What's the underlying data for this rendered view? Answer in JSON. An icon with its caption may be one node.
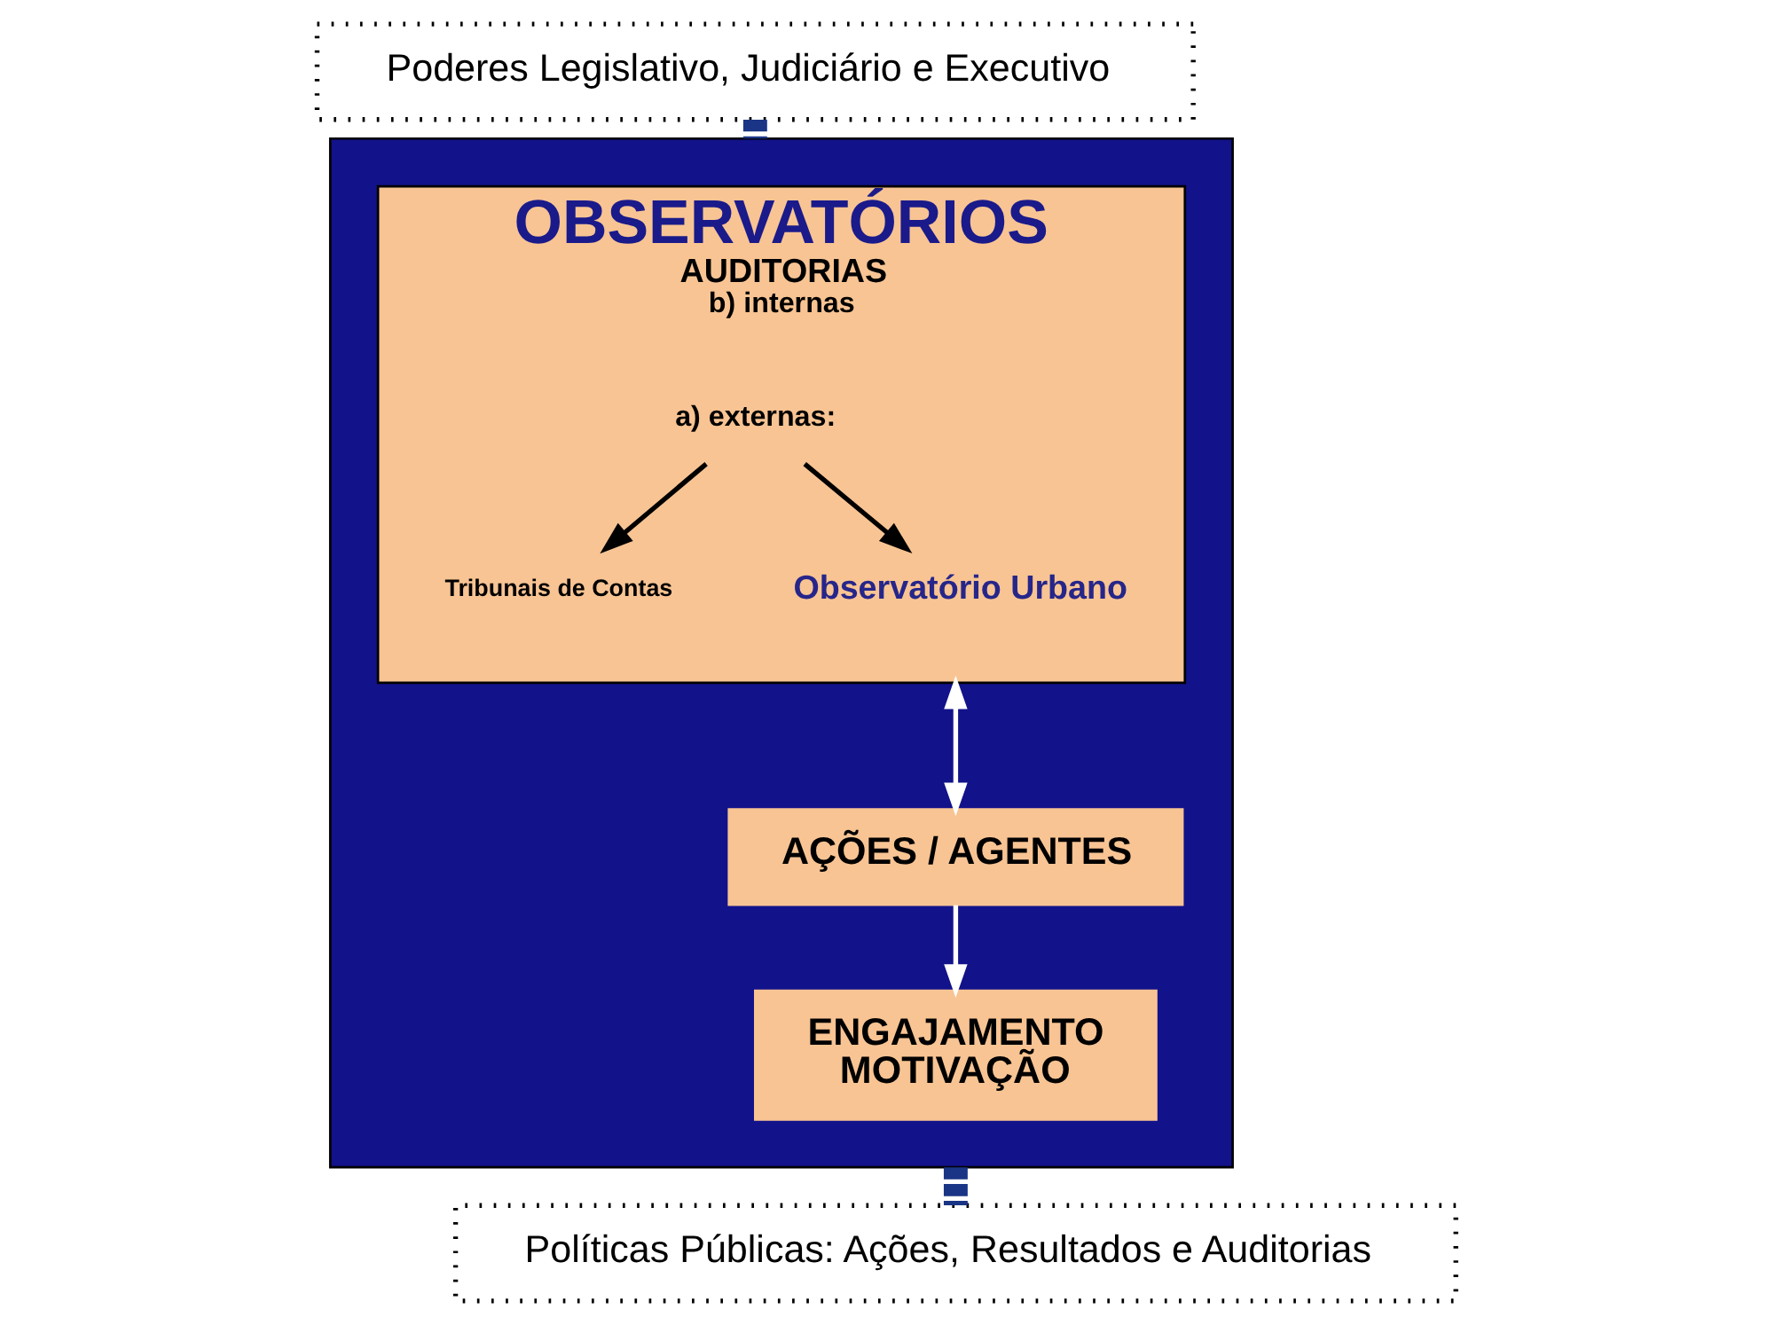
{
  "diagram": {
    "nodes": [
      {
        "text": [
          "Poderes Legislativo, Judiciário e Executivo"
        ]
      },
      {
        "text": [],
        "shape": "box"
      },
      {
        "text": [
          "OBSERVATÓRIOS",
          "AUDITORIAS",
          "b) internas"
        ],
        "in": 1
      },
      {
        "text": [
          "a) externas:"
        ],
        "in": 2
      },
      {
        "text": [
          "Tribunais de Contas"
        ],
        "in": 2
      },
      {
        "text": [
          "Observatório Urbano"
        ],
        "in": 2
      },
      {
        "text": [
          "AÇÕES / AGENTES"
        ],
        "in": 1
      },
      {
        "text": [
          "ENGAJAMENTO",
          "MOTIVAÇÃO"
        ],
        "in": 1
      },
      {
        "text": [
          "Políticas Públicas: Ações, Resultados e Auditorias"
        ]
      }
    ],
    "edges": [
      {
        "from": 0,
        "to": 1,
        "arrow": "none",
        "style": "dashed",
        "color": "#1a3585"
      },
      {
        "from": 3,
        "to": 4,
        "arrow": "to",
        "color": "#000000"
      },
      {
        "from": 3,
        "to": 5,
        "arrow": "to",
        "color": "#000000"
      },
      {
        "from": 2,
        "to": 6,
        "arrow": "both",
        "color": "#ffffff"
      },
      {
        "from": 6,
        "to": 7,
        "arrow": "to",
        "color": "#ffffff"
      },
      {
        "from": 1,
        "to": 8,
        "arrow": "none",
        "style": "dashed",
        "color": "#1a3585"
      }
    ]
  }
}
